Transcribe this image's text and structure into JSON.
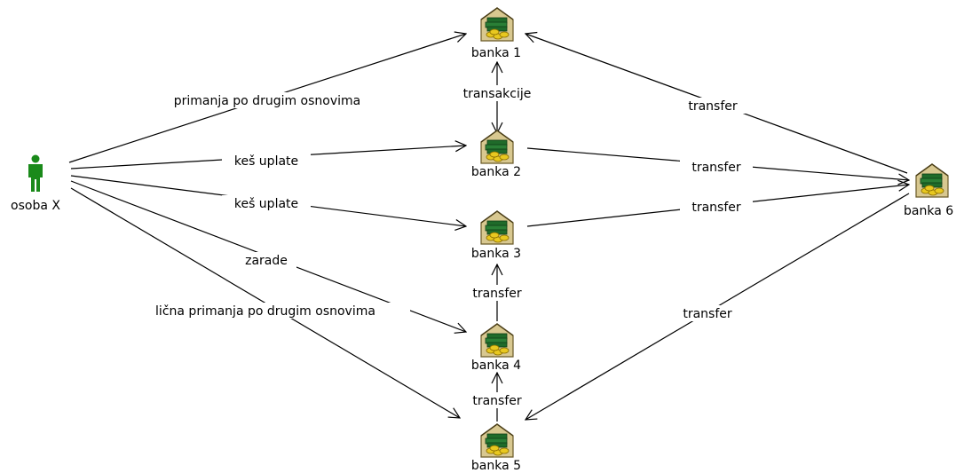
{
  "diagram": {
    "nodes": {
      "person": {
        "label": "osoba X",
        "icon": "person-icon",
        "color": "#1a8a1a"
      },
      "banka1": {
        "label": "banka 1",
        "icon": "bank-icon"
      },
      "banka2": {
        "label": "banka 2",
        "icon": "bank-icon"
      },
      "banka3": {
        "label": "banka 3",
        "icon": "bank-icon"
      },
      "banka4": {
        "label": "banka 4",
        "icon": "bank-icon"
      },
      "banka5": {
        "label": "banka 5",
        "icon": "bank-icon"
      },
      "banka6": {
        "label": "banka 6",
        "icon": "bank-icon"
      }
    },
    "edges": {
      "e1": {
        "from": "osoba X",
        "to": "banka 1",
        "label": "primanja po drugim osnovima"
      },
      "e2": {
        "from": "osoba X",
        "to": "banka 2",
        "label": "keš uplate"
      },
      "e3": {
        "from": "osoba X",
        "to": "banka 3",
        "label": "keš uplate"
      },
      "e4": {
        "from": "osoba X",
        "to": "banka 4",
        "label": "zarade"
      },
      "e5": {
        "from": "osoba X",
        "to": "banka 5",
        "label": "lična primanja po drugim osnovima"
      },
      "e6": {
        "from": "banka 1",
        "to": "banka 2",
        "label": "transakcije",
        "bidirectional": true
      },
      "e7": {
        "from": "banka 4",
        "to": "banka 3",
        "label": "transfer"
      },
      "e8": {
        "from": "banka 5",
        "to": "banka 4",
        "label": "transfer"
      },
      "e9": {
        "from": "banka 6",
        "to": "banka 1",
        "label": "transfer"
      },
      "e10": {
        "from": "banka 2",
        "to": "banka 6",
        "label": "transfer"
      },
      "e11": {
        "from": "banka 3",
        "to": "banka 6",
        "label": "transfer"
      },
      "e12": {
        "from": "banka 6",
        "to": "banka 5",
        "label": "transfer"
      }
    },
    "colors": {
      "bank_roof": "#d8c890",
      "bank_money": "#1f6b2a",
      "bank_coins": "#e8c820"
    }
  }
}
